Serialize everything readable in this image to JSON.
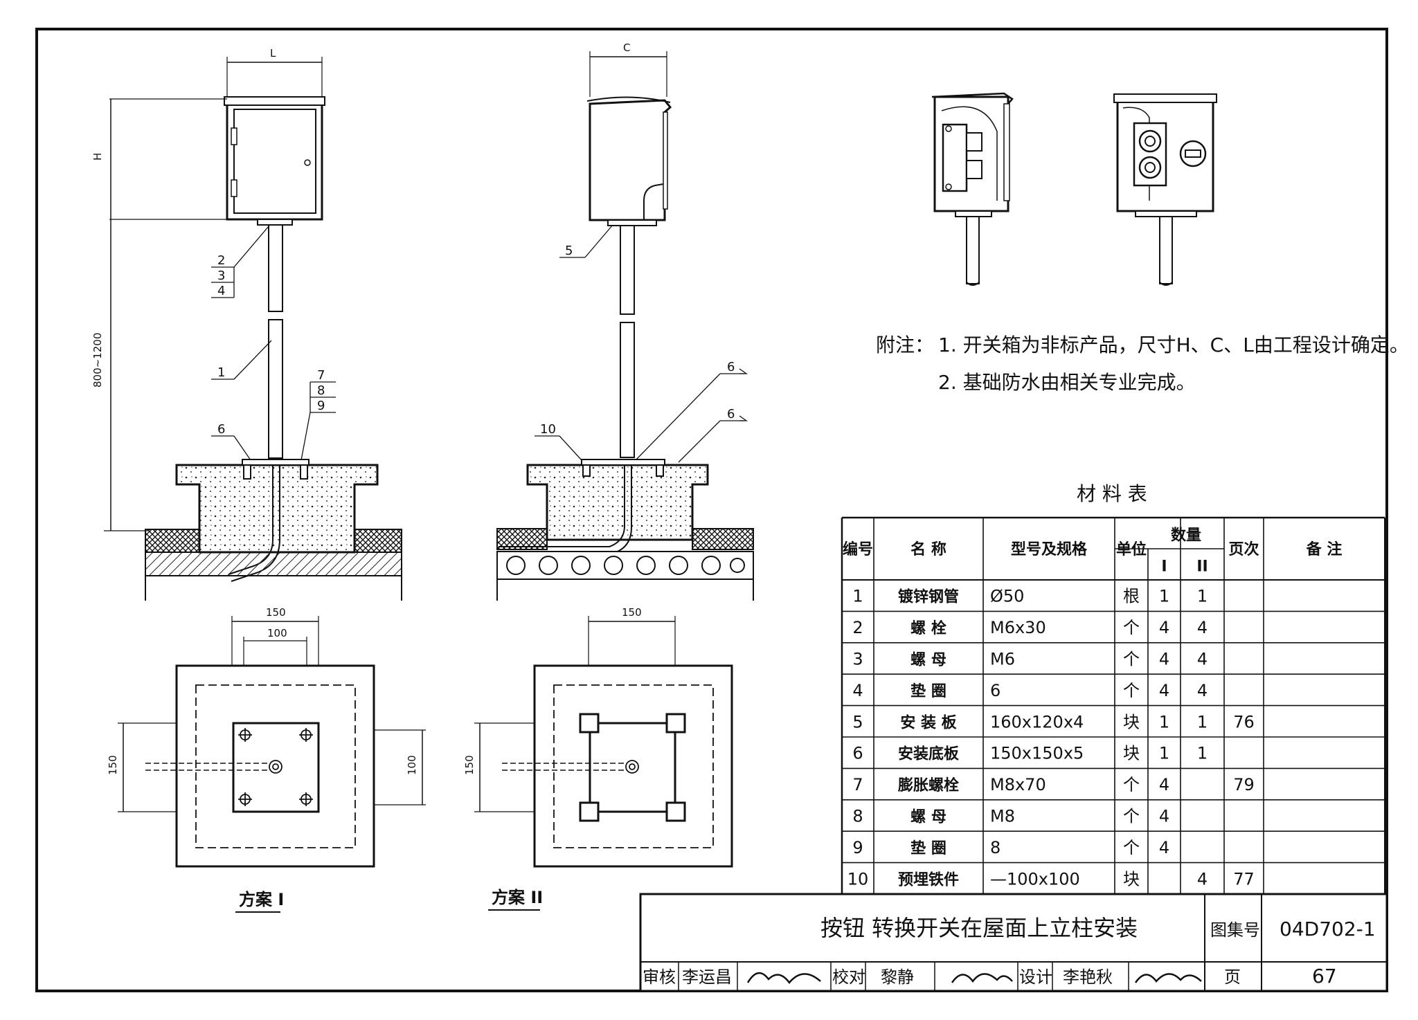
{
  "dims": {
    "L": "L",
    "H": "H",
    "C": "C",
    "mount_height": "800~1200",
    "plate_150": "150",
    "plate_100": "100",
    "side_150": "150",
    "side_100": "100",
    "plate2_150": "150",
    "side2_150": "150"
  },
  "callouts": {
    "left": [
      "2",
      "3",
      "4",
      "1",
      "7",
      "8",
      "9",
      "6"
    ],
    "right": [
      "5",
      "6",
      "6",
      "10"
    ]
  },
  "scheme_labels": {
    "s1": "方案 I",
    "s2": "方案 II"
  },
  "notes": {
    "head": "附注：",
    "n1": "1. 开关箱为非标产品，尺寸H、C、L由工程设计确定。",
    "n2": "2. 基础防水由相关专业完成。"
  },
  "materials": {
    "title": "材 料 表",
    "headers": {
      "no": "编号",
      "name": "名 称",
      "spec": "型号及规格",
      "unit": "单位",
      "qty": "数量",
      "qty1": "I",
      "qty2": "II",
      "page": "页次",
      "remark": "备 注"
    },
    "rows": [
      {
        "no": "1",
        "name": "镀锌钢管",
        "spec": "Ø50",
        "unit": "根",
        "q1": "1",
        "q2": "1",
        "page": ""
      },
      {
        "no": "2",
        "name": "螺 栓",
        "spec": "M6x30",
        "unit": "个",
        "q1": "4",
        "q2": "4",
        "page": ""
      },
      {
        "no": "3",
        "name": "螺 母",
        "spec": "M6",
        "unit": "个",
        "q1": "4",
        "q2": "4",
        "page": ""
      },
      {
        "no": "4",
        "name": "垫 圈",
        "spec": "6",
        "unit": "个",
        "q1": "4",
        "q2": "4",
        "page": ""
      },
      {
        "no": "5",
        "name": "安 装 板",
        "spec": "160x120x4",
        "unit": "块",
        "q1": "1",
        "q2": "1",
        "page": "76"
      },
      {
        "no": "6",
        "name": "安装底板",
        "spec": "150x150x5",
        "unit": "块",
        "q1": "1",
        "q2": "1",
        "page": ""
      },
      {
        "no": "7",
        "name": "膨胀螺栓",
        "spec": "M8x70",
        "unit": "个",
        "q1": "4",
        "q2": "",
        "page": "79"
      },
      {
        "no": "8",
        "name": "螺 母",
        "spec": "M8",
        "unit": "个",
        "q1": "4",
        "q2": "",
        "page": ""
      },
      {
        "no": "9",
        "name": "垫 圈",
        "spec": "8",
        "unit": "个",
        "q1": "4",
        "q2": "",
        "page": ""
      },
      {
        "no": "10",
        "name": "预埋铁件",
        "spec": "—100x100",
        "unit": "块",
        "q1": "",
        "q2": "4",
        "page": "77"
      }
    ]
  },
  "title_block": {
    "title": "按钮 转换开关在屋面上立柱安装",
    "atlas_label": "图集号",
    "atlas_no": "04D702-1",
    "review_label": "审核",
    "reviewer": "李运昌",
    "check_label": "校对",
    "checker": "黎静",
    "design_label": "设计",
    "designer": "李艳秋",
    "page_label": "页",
    "page_no": "67"
  }
}
